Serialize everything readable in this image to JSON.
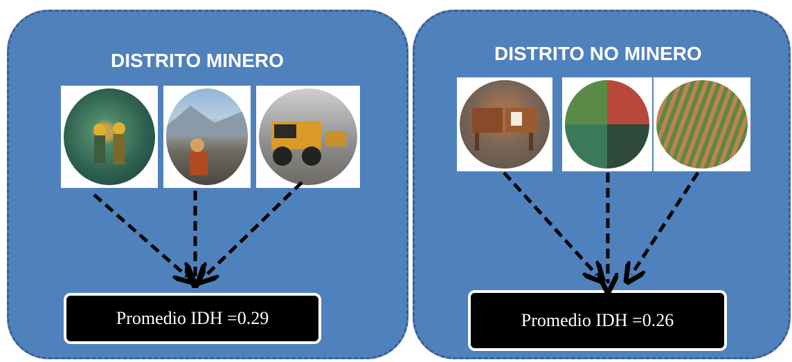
{
  "mining_district": {
    "title": "DISTRITO MINERO",
    "result": "Promedio IDH =0.29",
    "photos": [
      {
        "icon": "underground-miners-icon"
      },
      {
        "icon": "mine-worker-site-icon"
      },
      {
        "icon": "haul-truck-icon"
      }
    ]
  },
  "non_mining_district": {
    "title": "DISTRITO NO MINERO",
    "result": "Promedio IDH =0.26",
    "photos": [
      {
        "icon": "cattle-icon"
      },
      {
        "icon": "crops-harvest-icon"
      },
      {
        "icon": "farm-field-rows-icon"
      }
    ]
  },
  "colors": {
    "panel": "#4f81bd",
    "panel_border": "#3b5f8f",
    "title_text": "#ffffff",
    "result_box": "#000000",
    "arrow": "#000000"
  }
}
